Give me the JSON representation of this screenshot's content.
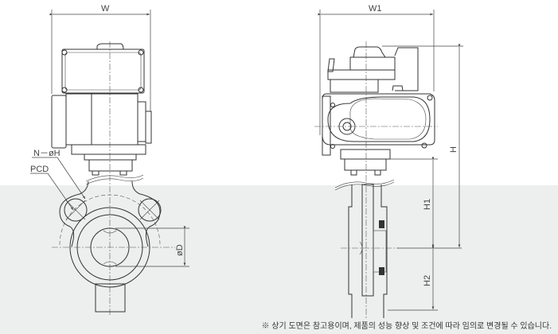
{
  "labels": {
    "w": "W",
    "w1": "W1",
    "h": "H",
    "h1": "H1",
    "h2": "H2",
    "n_oh": "N－øH",
    "pcd": "PCD",
    "od": "øD"
  },
  "note": "※ 상기 도면은 참고용이며, 제품의 성능 향상 및 조건에 따라 임의로 변경될 수 있습니다."
}
